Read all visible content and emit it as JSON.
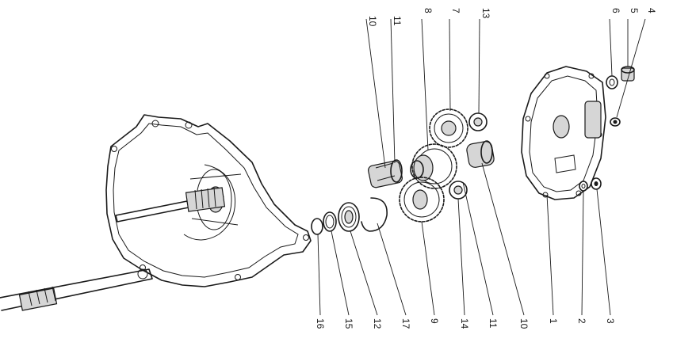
{
  "callouts": {
    "top": [
      {
        "id": "c10a",
        "label": "10"
      },
      {
        "id": "c11a",
        "label": "11"
      },
      {
        "id": "c8",
        "label": "8"
      },
      {
        "id": "c7",
        "label": "7"
      },
      {
        "id": "c13",
        "label": "13"
      },
      {
        "id": "c6",
        "label": "6"
      },
      {
        "id": "c5",
        "label": "5"
      },
      {
        "id": "c4",
        "label": "4"
      }
    ],
    "bottom": [
      {
        "id": "c16",
        "label": "16"
      },
      {
        "id": "c15",
        "label": "15"
      },
      {
        "id": "c12",
        "label": "12"
      },
      {
        "id": "c17",
        "label": "17"
      },
      {
        "id": "c9",
        "label": "9"
      },
      {
        "id": "c14",
        "label": "14"
      },
      {
        "id": "c11b",
        "label": "11"
      },
      {
        "id": "c10b",
        "label": "10"
      },
      {
        "id": "c1",
        "label": "1"
      },
      {
        "id": "c2",
        "label": "2"
      },
      {
        "id": "c3",
        "label": "3"
      }
    ]
  },
  "colors": {
    "ink": "#1a1a1a",
    "background": "#ffffff"
  }
}
